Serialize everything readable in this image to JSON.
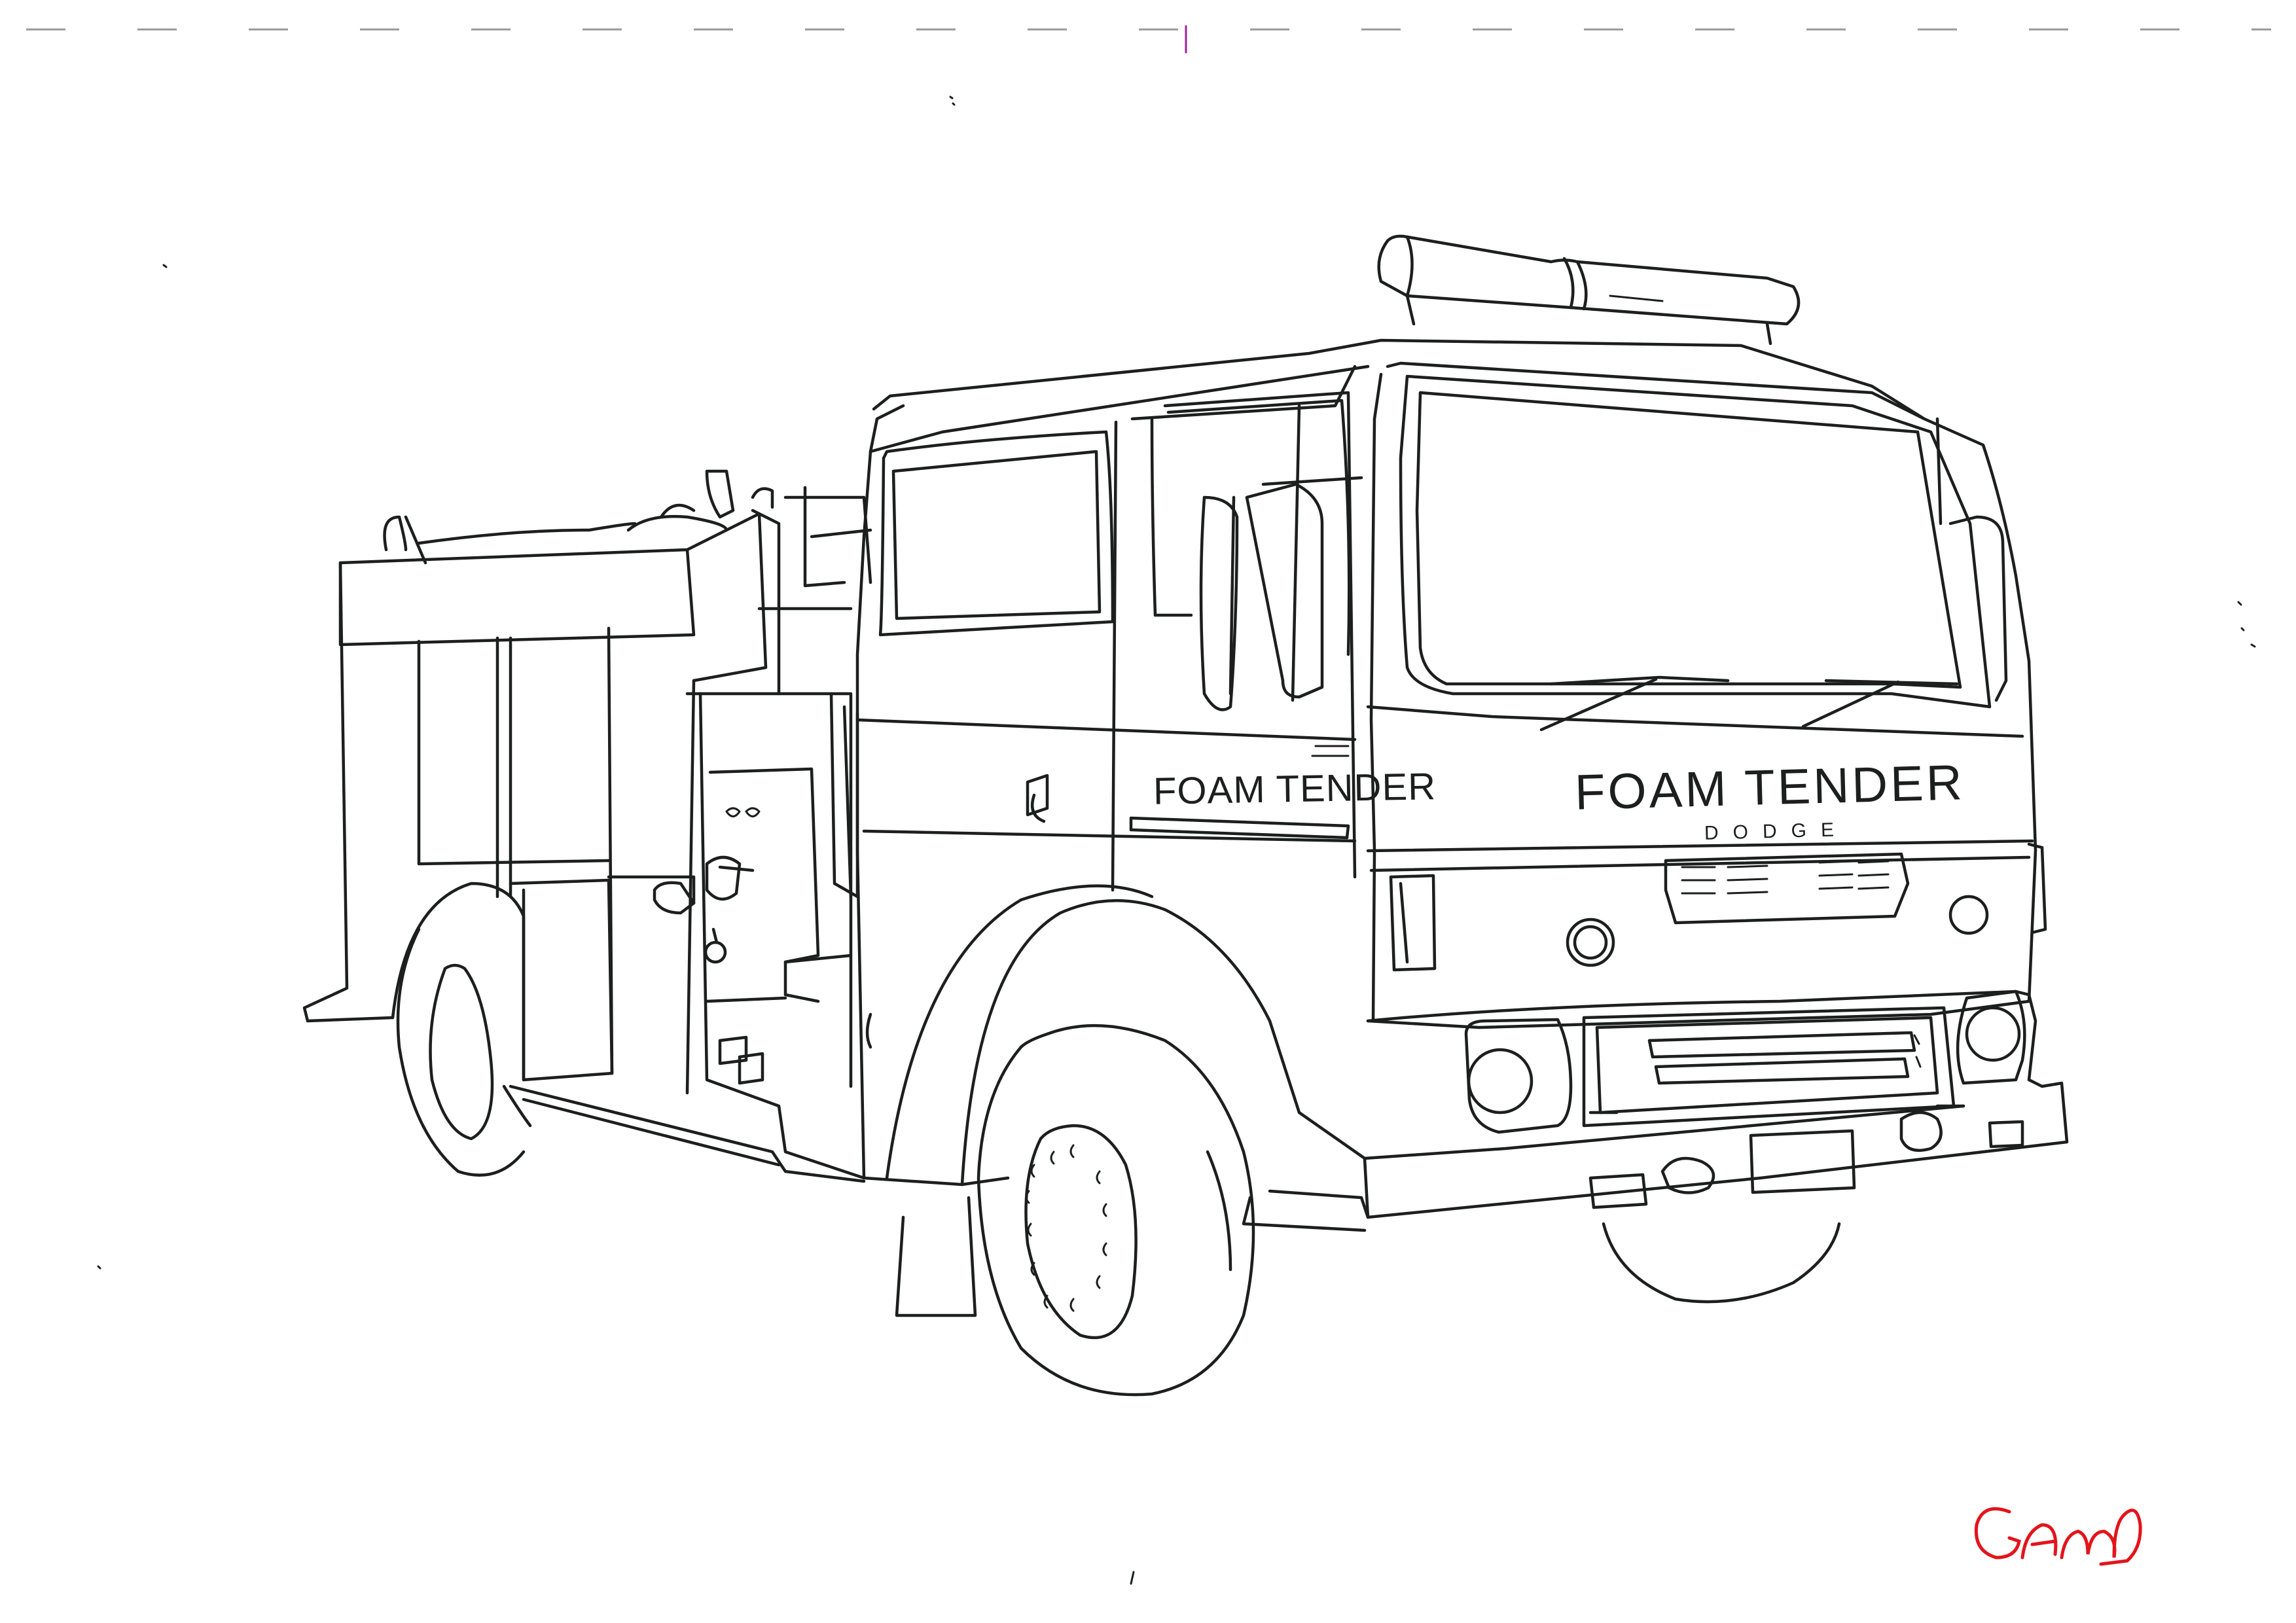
{
  "drawing": {
    "subject": "fire-engine",
    "medium": "ink line drawing",
    "colors": {
      "ink": "#1b1f1e",
      "paper": "#ffffff",
      "signature": "#e3141b",
      "guide": "#9a9a9a"
    }
  },
  "lettering": {
    "door": "FOAM TENDER",
    "cab_front": "FOAM TENDER",
    "grille_badge": "DODGE",
    "signature": "GAM"
  }
}
